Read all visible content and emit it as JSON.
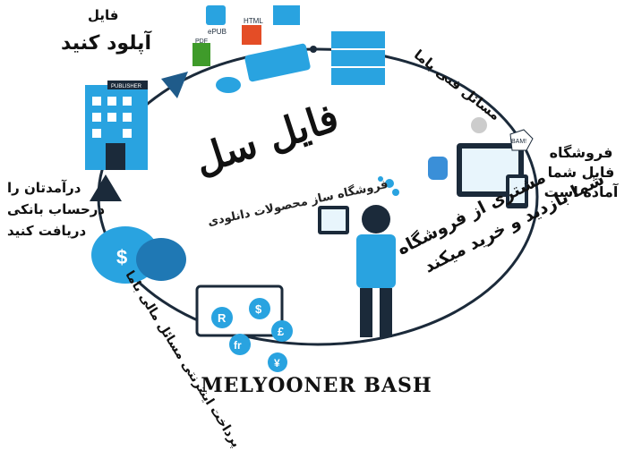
{
  "labels": {
    "upload_line1": "فایل",
    "upload_line2": "آپلود کنید",
    "tech": "مسائل فنی باما",
    "shop": "فروشگاه فایل شما آماده است",
    "bank": "درآمدتان را درحساب بانکی دریافت کنید",
    "customer_line1": "مشتری از فروشگاه",
    "customer_line2": "شما بازدید و خرید میکند",
    "payment": "پرداخت اینترنتی مسائل مالی باما"
  },
  "logo": {
    "name": "فایل سل",
    "tagline": "فروشگاه ساز محصولات دانلودی"
  },
  "icons": {
    "epub": "ePUB",
    "html": "HTML",
    "pdf": "PDF",
    "bam": "BAM!",
    "publisher": "PUBLISHER",
    "currency_r": "R",
    "currency_dollar": "$",
    "currency_pound": "£",
    "currency_franc": "fr",
    "currency_yen": "¥",
    "bag_dollar": "$"
  },
  "footer": "MELYOONER BASH",
  "colors": {
    "blue": "#29a3e0",
    "dark": "#1b2a3a",
    "green": "#3f9b2a"
  }
}
